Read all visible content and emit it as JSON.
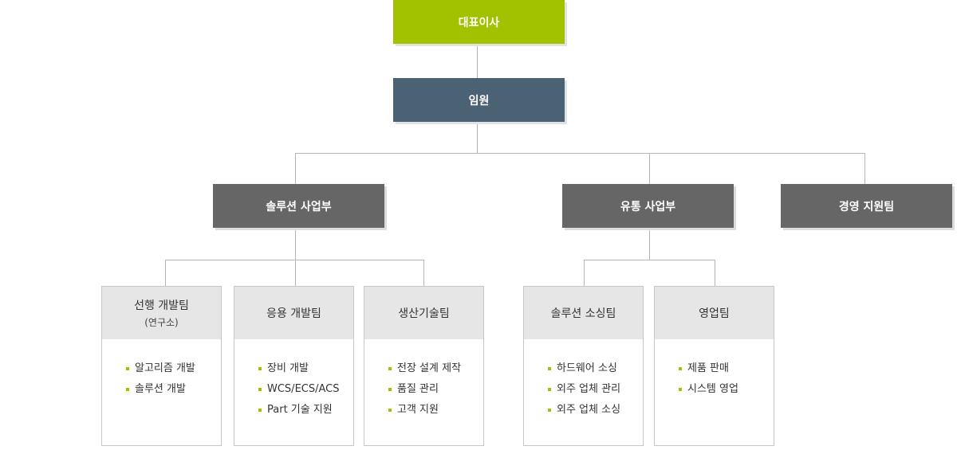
{
  "org": {
    "ceo": "대표이사",
    "executives": "임원",
    "divisions": [
      {
        "name": "솔루션 사업부",
        "teams": [
          {
            "name": "선행 개발팀",
            "sub": "(연구소)",
            "items": [
              "알고리즘 개발",
              "솔루션 개발"
            ]
          },
          {
            "name": "응용 개발팀",
            "items": [
              "장비 개발",
              "WCS/ECS/ACS",
              "Part 기술 지원"
            ]
          },
          {
            "name": "생산기술팀",
            "items": [
              "전장 설계 제작",
              "품질 관리",
              "고객 지원"
            ]
          }
        ]
      },
      {
        "name": "유통 사업부",
        "teams": [
          {
            "name": "솔루션 소싱팀",
            "items": [
              "하드웨어 소싱",
              "외주 업체 관리",
              "외주 업체 소싱"
            ]
          },
          {
            "name": "영업팀",
            "items": [
              "제품 판매",
              "시스템 영업"
            ]
          }
        ]
      },
      {
        "name": "경영 지원팀"
      }
    ]
  },
  "colors": {
    "ceo": "#a2c200",
    "executives": "#4b6174",
    "division": "#666666",
    "bullet": "#a2c200"
  }
}
